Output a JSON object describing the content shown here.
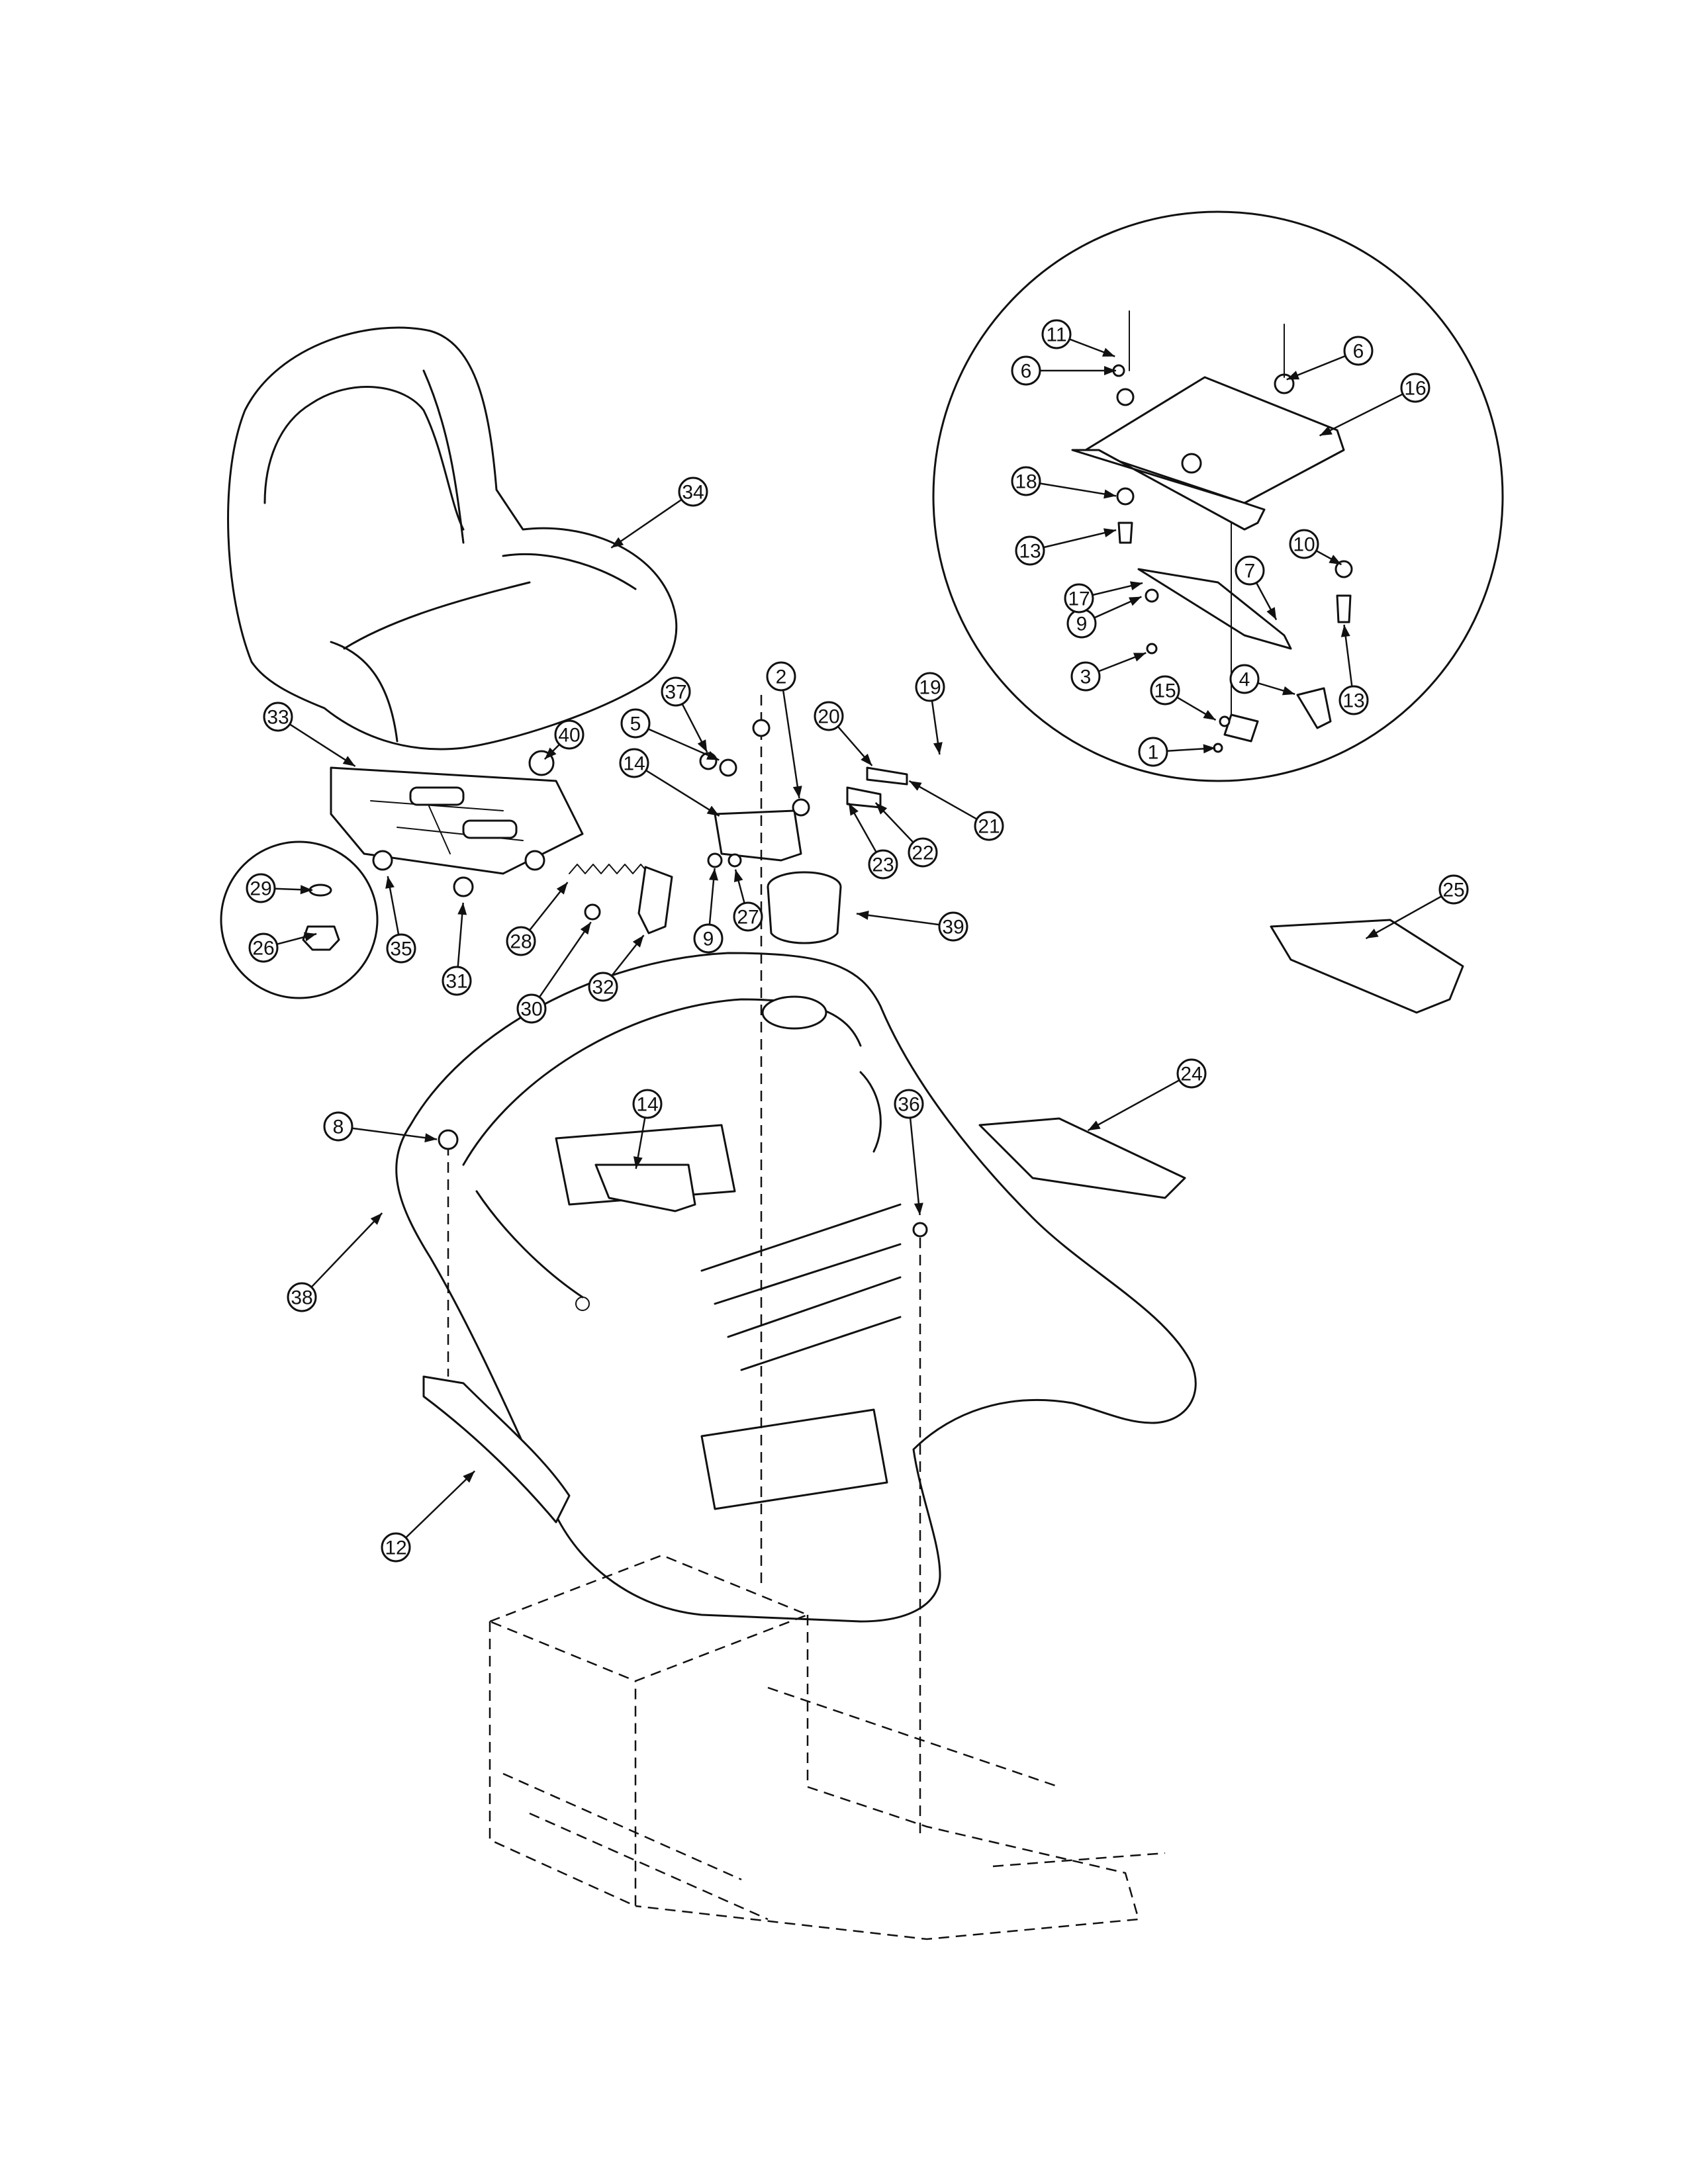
{
  "callouts": [
    {
      "num": "1",
      "text": "1"
    },
    {
      "num": "2",
      "text": "2"
    },
    {
      "num": "3",
      "text": "3"
    },
    {
      "num": "4",
      "text": "4"
    },
    {
      "num": "5",
      "text": "5"
    },
    {
      "num": "6a",
      "text": "6"
    },
    {
      "num": "6b",
      "text": "6"
    },
    {
      "num": "7",
      "text": "7"
    },
    {
      "num": "8",
      "text": "8"
    },
    {
      "num": "9a",
      "text": "9"
    },
    {
      "num": "9b",
      "text": "9"
    },
    {
      "num": "10",
      "text": "10"
    },
    {
      "num": "11",
      "text": "11"
    },
    {
      "num": "12",
      "text": "12"
    },
    {
      "num": "13a",
      "text": "13"
    },
    {
      "num": "13b",
      "text": "13"
    },
    {
      "num": "14a",
      "text": "14"
    },
    {
      "num": "14b",
      "text": "14"
    },
    {
      "num": "15",
      "text": "15"
    },
    {
      "num": "16",
      "text": "16"
    },
    {
      "num": "17",
      "text": "17"
    },
    {
      "num": "18",
      "text": "18"
    },
    {
      "num": "19",
      "text": "19"
    },
    {
      "num": "20",
      "text": "20"
    },
    {
      "num": "21",
      "text": "21"
    },
    {
      "num": "22",
      "text": "22"
    },
    {
      "num": "23",
      "text": "23"
    },
    {
      "num": "24",
      "text": "24"
    },
    {
      "num": "25",
      "text": "25"
    },
    {
      "num": "26",
      "text": "26"
    },
    {
      "num": "27",
      "text": "27"
    },
    {
      "num": "28",
      "text": "28"
    },
    {
      "num": "29",
      "text": "29"
    },
    {
      "num": "30",
      "text": "30"
    },
    {
      "num": "31",
      "text": "31"
    },
    {
      "num": "32",
      "text": "32"
    },
    {
      "num": "33",
      "text": "33"
    },
    {
      "num": "34",
      "text": "34"
    },
    {
      "num": "35",
      "text": "35"
    },
    {
      "num": "36",
      "text": "36"
    },
    {
      "num": "37",
      "text": "37"
    },
    {
      "num": "38",
      "text": "38"
    },
    {
      "num": "39",
      "text": "39"
    },
    {
      "num": "40",
      "text": "40"
    }
  ]
}
